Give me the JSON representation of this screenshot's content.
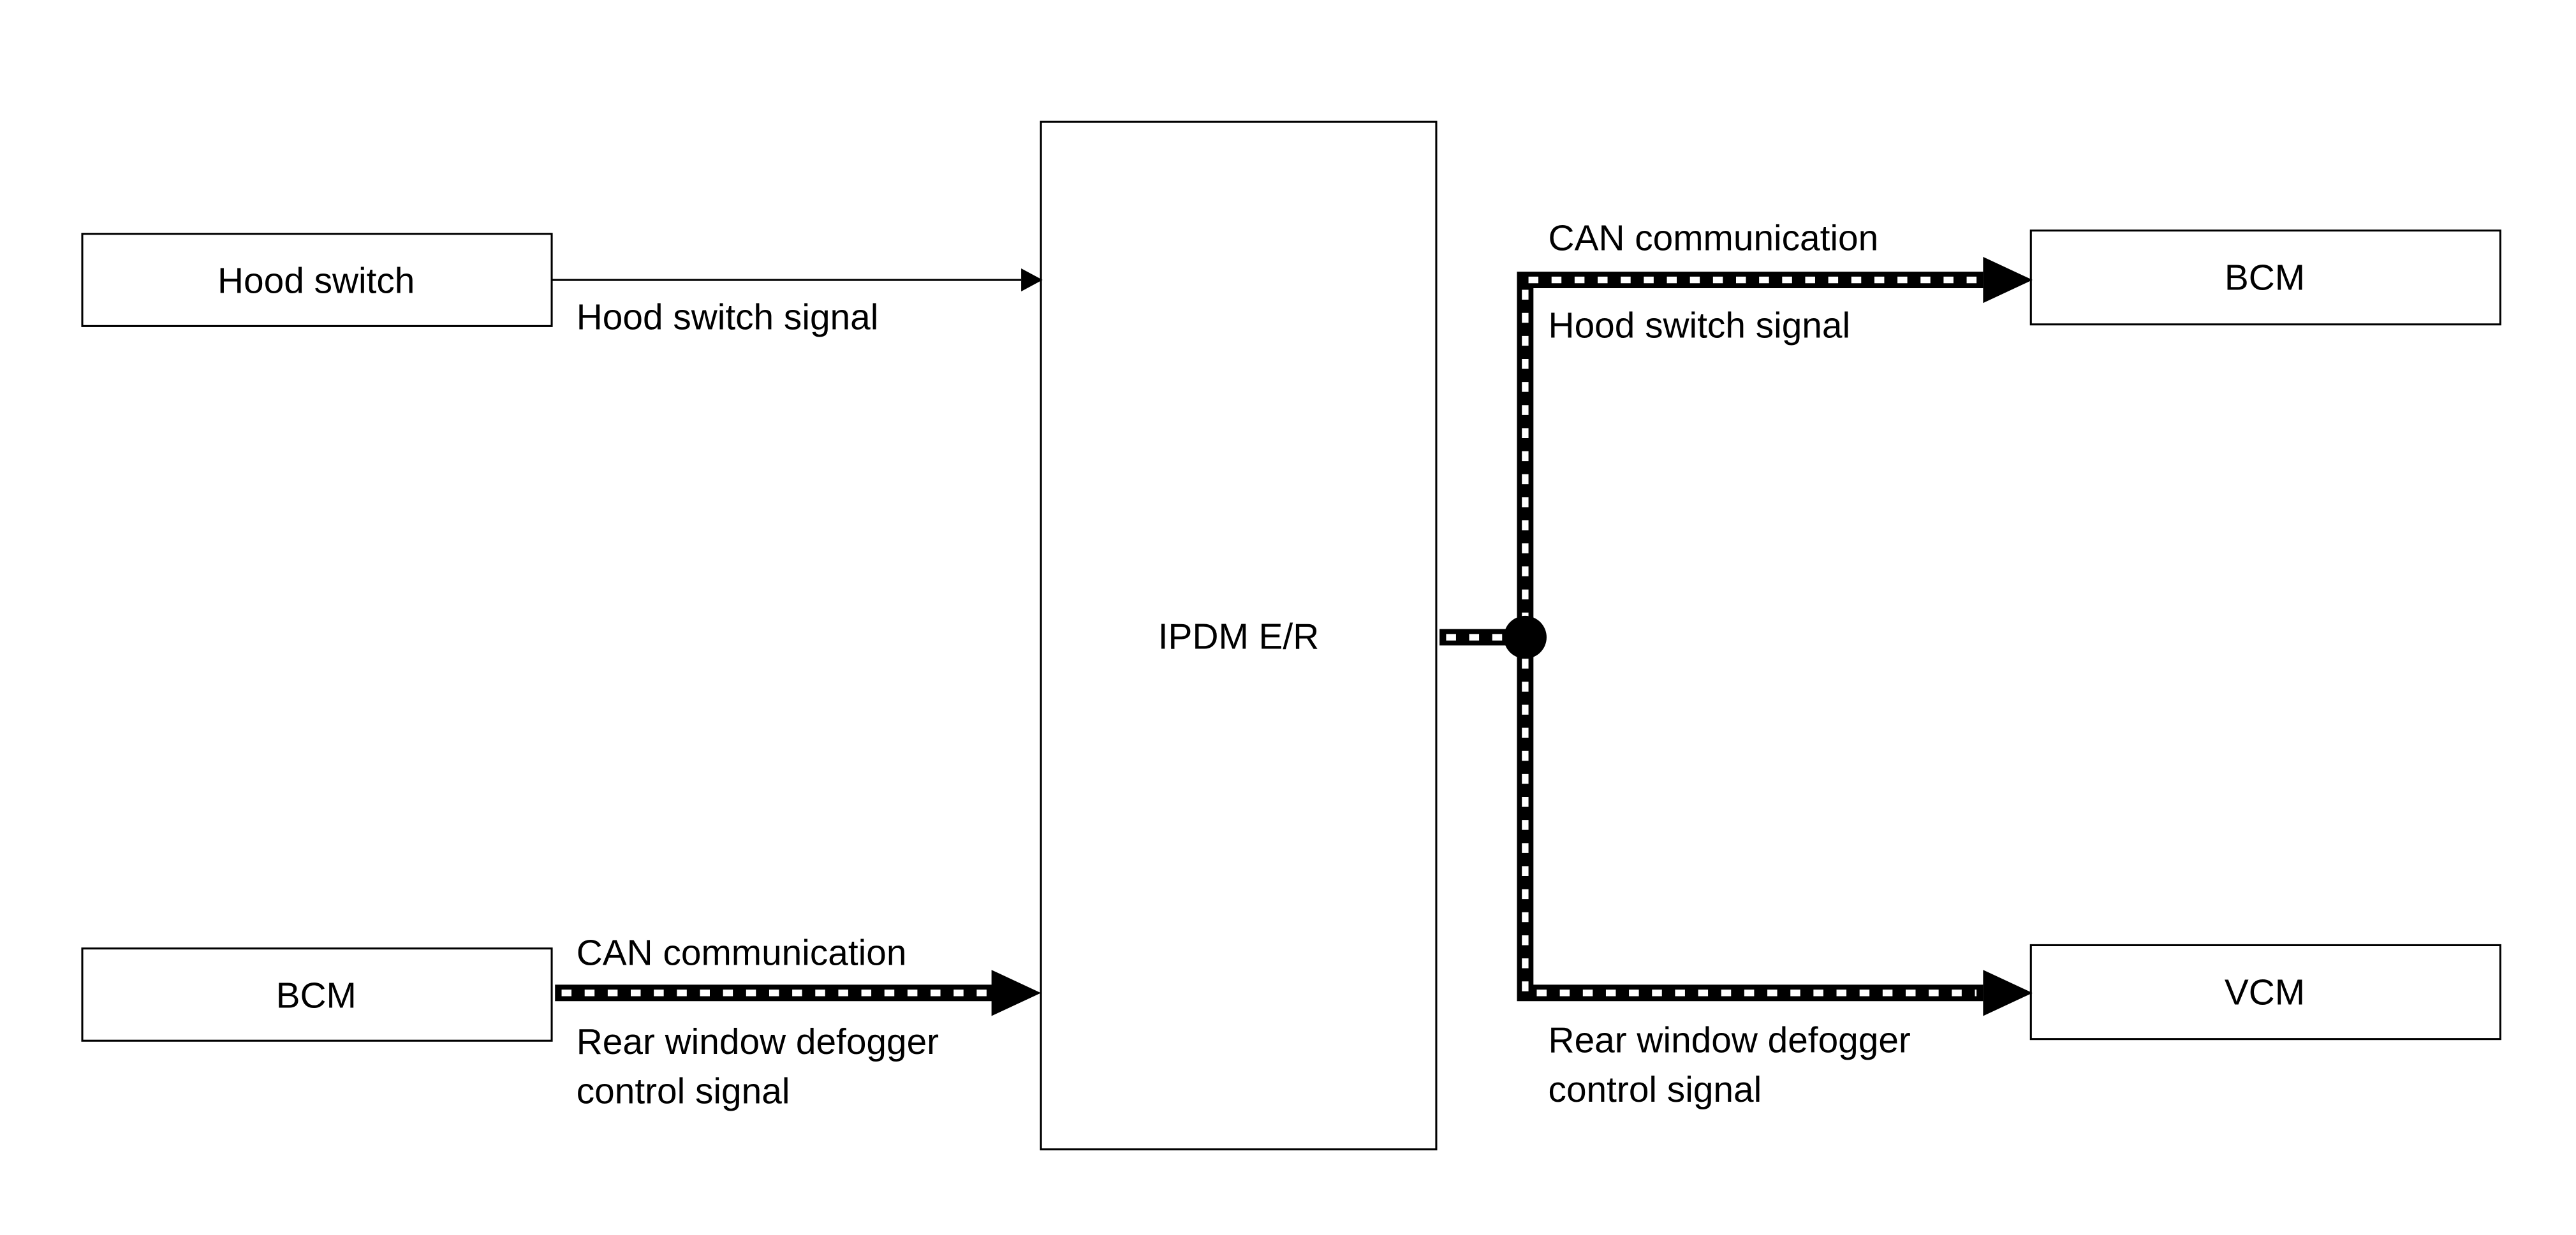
{
  "blocks": {
    "hood_switch": "Hood switch",
    "bcm_left": "BCM",
    "ipdm": "IPDM E/R",
    "bcm_right": "BCM",
    "vcm": "VCM"
  },
  "signals": {
    "left_top": "Hood switch signal",
    "left_bottom_comm": "CAN communication",
    "left_bottom_line1": "Rear window defogger",
    "left_bottom_line2": "control signal",
    "right_top_comm": "CAN communication",
    "right_top_signal": "Hood switch signal",
    "right_bottom_line1": "Rear window defogger",
    "right_bottom_line2": "control signal"
  },
  "colors": {
    "line": "#000000",
    "background": "#ffffff"
  }
}
